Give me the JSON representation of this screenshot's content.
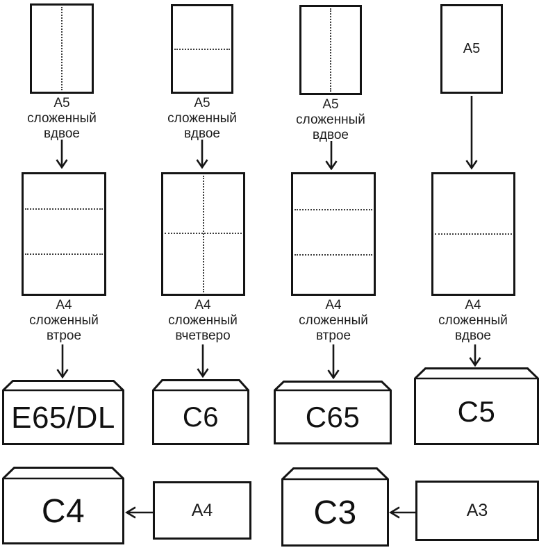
{
  "colors": {
    "background": "#ffffff",
    "stroke": "#141414",
    "highlight": "#f8a3a3"
  },
  "columns": {
    "col1": {
      "a5_caption": [
        "А5",
        "сложенный",
        "вдвое"
      ],
      "a4_caption": [
        "А4",
        "сложенный",
        "втрое"
      ],
      "envelope": "E65/DL"
    },
    "col2": {
      "a5_caption": [
        "А5",
        "сложенный",
        "вдвое"
      ],
      "a4_caption": [
        "А4",
        "сложенный",
        "вчетверо"
      ],
      "envelope": "C6"
    },
    "col3": {
      "a5_caption": [
        "А5",
        "сложенный",
        "вдвое"
      ],
      "a4_caption": [
        "А4",
        "сложенный",
        "втрое"
      ],
      "envelope": "C65"
    },
    "col4": {
      "a5_inside": "А5",
      "a4_caption": [
        "А4",
        "сложенный",
        "вдвое"
      ],
      "envelope": "C5"
    }
  },
  "bottom": {
    "c4": "C4",
    "a4": "А4",
    "c3": "C3",
    "a3": "А3"
  }
}
